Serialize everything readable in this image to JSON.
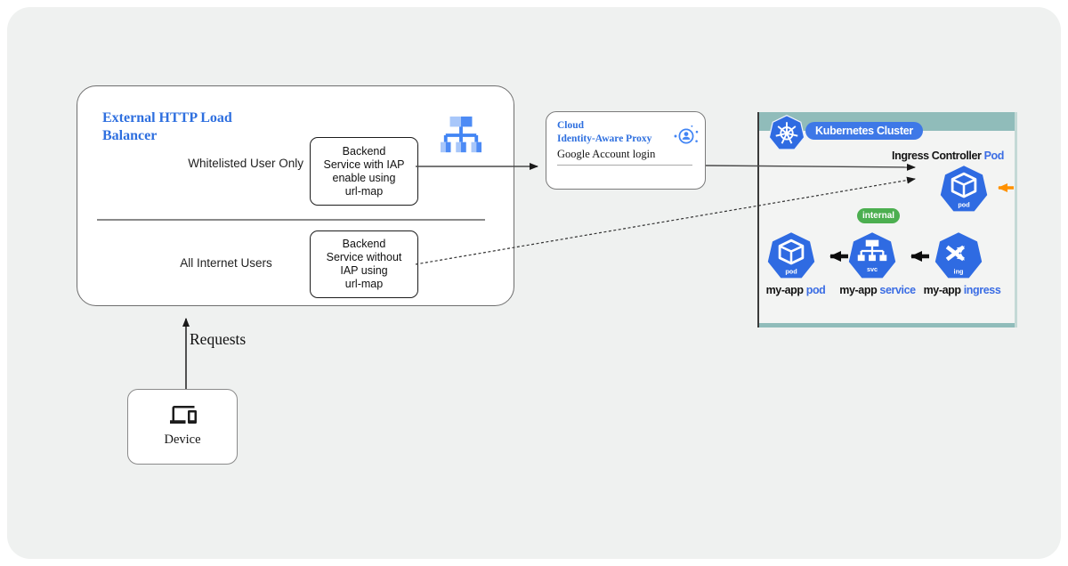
{
  "colors": {
    "accent_blue": "#2e6fdf",
    "kubernetes_blue": "#2f6be2",
    "teal_bar": "#90bcba",
    "internal_green": "#4caf50",
    "orange_arrow": "#ff9100"
  },
  "load_balancer_box": {
    "title": "External HTTP Load\nBalancer",
    "rows": [
      {
        "label": "Whitelisted User Only",
        "backend": "Backend\nService with IAP\nenable using\nurl-map"
      },
      {
        "label": "All Internet Users",
        "backend": "Backend\nService without\nIAP using\nurl-map"
      }
    ]
  },
  "iap_box": {
    "title": "Cloud\nIdentity-Aware Proxy",
    "subtitle": "Google Account login"
  },
  "kubernetes": {
    "header": "Kubernetes Cluster",
    "ingress_controller": {
      "prefix": "Ingress Controller ",
      "suffix": "Pod"
    },
    "ingress_pod_icon_text": "pod",
    "internal_badge": "internal",
    "workloads": [
      {
        "name": "my-app ",
        "type": "pod",
        "icon_text": "pod"
      },
      {
        "name": "my-app ",
        "type": "service",
        "icon_text": "svc"
      },
      {
        "name": "my-app ",
        "type": "ingress",
        "icon_text": "ing"
      }
    ]
  },
  "device_box": {
    "label": "Device"
  },
  "requests_label": "Requests"
}
